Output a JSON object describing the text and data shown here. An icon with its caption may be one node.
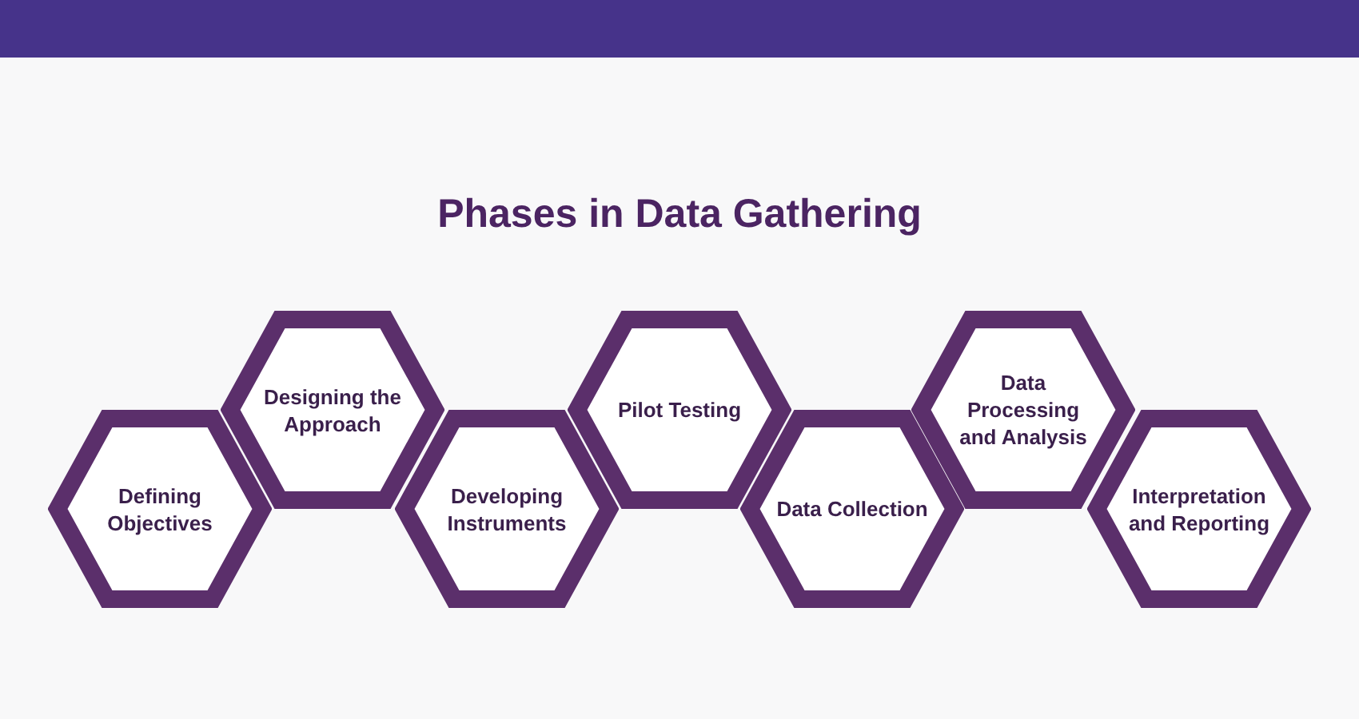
{
  "diagram": {
    "title": "Phases in Data Gathering",
    "nodes": [
      {
        "text": [
          "Defining Objectives"
        ]
      },
      {
        "text": [
          "Designing the Approach"
        ]
      },
      {
        "text": [
          "Developing Instruments"
        ]
      },
      {
        "text": [
          "Pilot Testing"
        ]
      },
      {
        "text": [
          "Data Collection"
        ]
      },
      {
        "text": [
          "Data Processing and Analysis"
        ]
      },
      {
        "text": [
          "Interpretation and Reporting"
        ]
      }
    ]
  }
}
